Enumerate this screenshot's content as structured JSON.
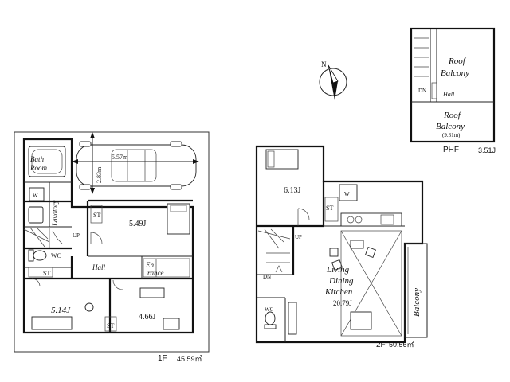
{
  "floor1": {
    "caption": "1F",
    "area": "45.59㎡",
    "bath_room_line1": "Bath",
    "bath_room_line2": "Room",
    "lavatory": "Lavatory",
    "wc": "WC",
    "st": "ST",
    "up": "UP",
    "hall": "Hall",
    "entrance_line1": "En",
    "entrance_line2": "rance",
    "room_549": "5.49J",
    "room_514": "5.14J",
    "room_466": "4.66J",
    "parking_length": "5.57m",
    "parking_width": "2.83m"
  },
  "floor2": {
    "caption": "2F",
    "area": "50.56㎡",
    "room_613": "6.13J",
    "ldk_line1": "Living",
    "ldk_line2": "Dining",
    "ldk_line3": "Kitchen",
    "ldk_size": "20.79J",
    "balcony": "Balcony",
    "wc": "WC",
    "st": "ST",
    "up": "UP",
    "dn": "DN"
  },
  "penthouse": {
    "caption": "PHF",
    "size": "3.51J",
    "roof_balcony_1_line1": "Roof",
    "roof_balcony_1_line2": "Balcony",
    "roof_balcony_2_line1": "Roof",
    "roof_balcony_2_line2": "Balcony",
    "roof_balcony_2_area": "(9.31m)",
    "hall": "Hall",
    "dn": "DN"
  },
  "compass": {
    "label": "N"
  }
}
